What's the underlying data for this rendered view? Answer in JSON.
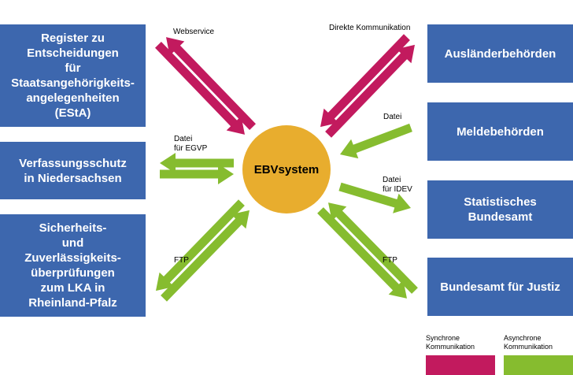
{
  "colors": {
    "box": "#3d67ae",
    "hub": "#e8ad2e",
    "synchronous": "#c21a5e",
    "asynchronous": "#86bc2f"
  },
  "hub": {
    "label": "EBVsystem"
  },
  "left_boxes": [
    {
      "label": "Register zu\nEntscheidungen\nfür\nStaatsangehörigkeits-\nangelegenheiten\n(EStA)"
    },
    {
      "label": "Verfassungsschutz\nin Niedersachsen"
    },
    {
      "label": "Sicherheits-\nund\nZuverlässigkeits-\nüberprüfungen\nzum LKA in\nRheinland-Pfalz"
    }
  ],
  "right_boxes": [
    {
      "label": "Ausländerbehörden"
    },
    {
      "label": "Meldebehörden"
    },
    {
      "label": "Statistisches\nBundesamt"
    },
    {
      "label": "Bundesamt für Justiz"
    }
  ],
  "connections": [
    {
      "label": "Webservice",
      "type": "synchronous",
      "direction": "bidirectional"
    },
    {
      "label": "Datei\nfür EGVP",
      "type": "asynchronous",
      "direction": "bidirectional"
    },
    {
      "label": "FTP",
      "type": "asynchronous",
      "direction": "bidirectional"
    },
    {
      "label": "Direkte Kommunikation",
      "type": "synchronous",
      "direction": "bidirectional"
    },
    {
      "label": "Datei",
      "type": "asynchronous",
      "direction": "to-hub"
    },
    {
      "label": "Datei\nfür IDEV",
      "type": "asynchronous",
      "direction": "from-hub"
    },
    {
      "label": "FTP",
      "type": "asynchronous",
      "direction": "bidirectional"
    }
  ],
  "legend": [
    {
      "label": "Synchrone\nKommunikation",
      "type": "synchronous"
    },
    {
      "label": "Asynchrone\nKommunikation",
      "type": "asynchronous"
    }
  ]
}
